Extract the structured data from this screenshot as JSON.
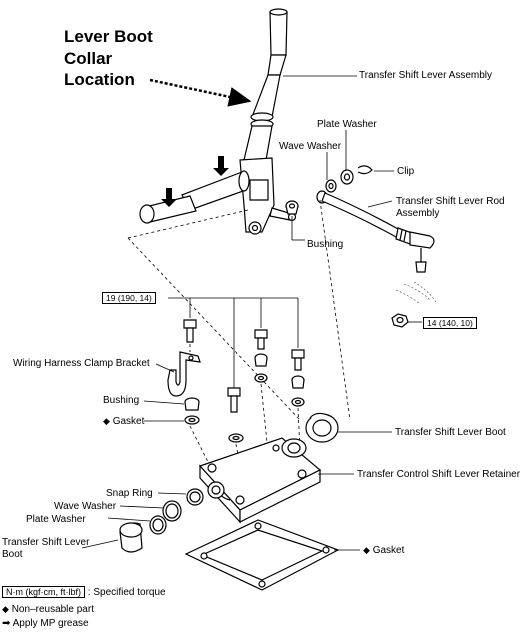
{
  "callout": {
    "line1": "Lever Boot",
    "line2": "Collar",
    "line3": "Location"
  },
  "labels": {
    "lever_assembly": "Transfer Shift Lever Assembly",
    "plate_washer_top": "Plate Washer",
    "wave_washer_top": "Wave Washer",
    "clip": "Clip",
    "rod_assembly_1": "Transfer Shift Lever Rod",
    "rod_assembly_2": "Assembly",
    "bushing_top": "Bushing",
    "torque_19": "19 (190, 14)",
    "torque_14": "14 (140, 10)",
    "wiring_clamp": "Wiring Harness Clamp Bracket",
    "bushing_left": "Bushing",
    "gasket_left": "Gasket",
    "lever_boot_right": "Transfer Shift Lever Boot",
    "retainer": "Transfer Control Shift Lever Retainer",
    "snap_ring": "Snap Ring",
    "wave_washer_bottom": "Wave Washer",
    "plate_washer_bottom": "Plate Washer",
    "lever_boot_left_1": "Transfer Shift Lever",
    "lever_boot_left_2": "Boot",
    "gasket_bottom": "Gasket"
  },
  "legend": {
    "torque_unit": "N·m (kgf·cm, ft·lbf)",
    "torque_desc": ": Specified torque",
    "nonreusable": "Non–reusable part",
    "grease": "Apply MP grease"
  },
  "symbols": {
    "nonreusable": "◆",
    "grease": "➡"
  }
}
